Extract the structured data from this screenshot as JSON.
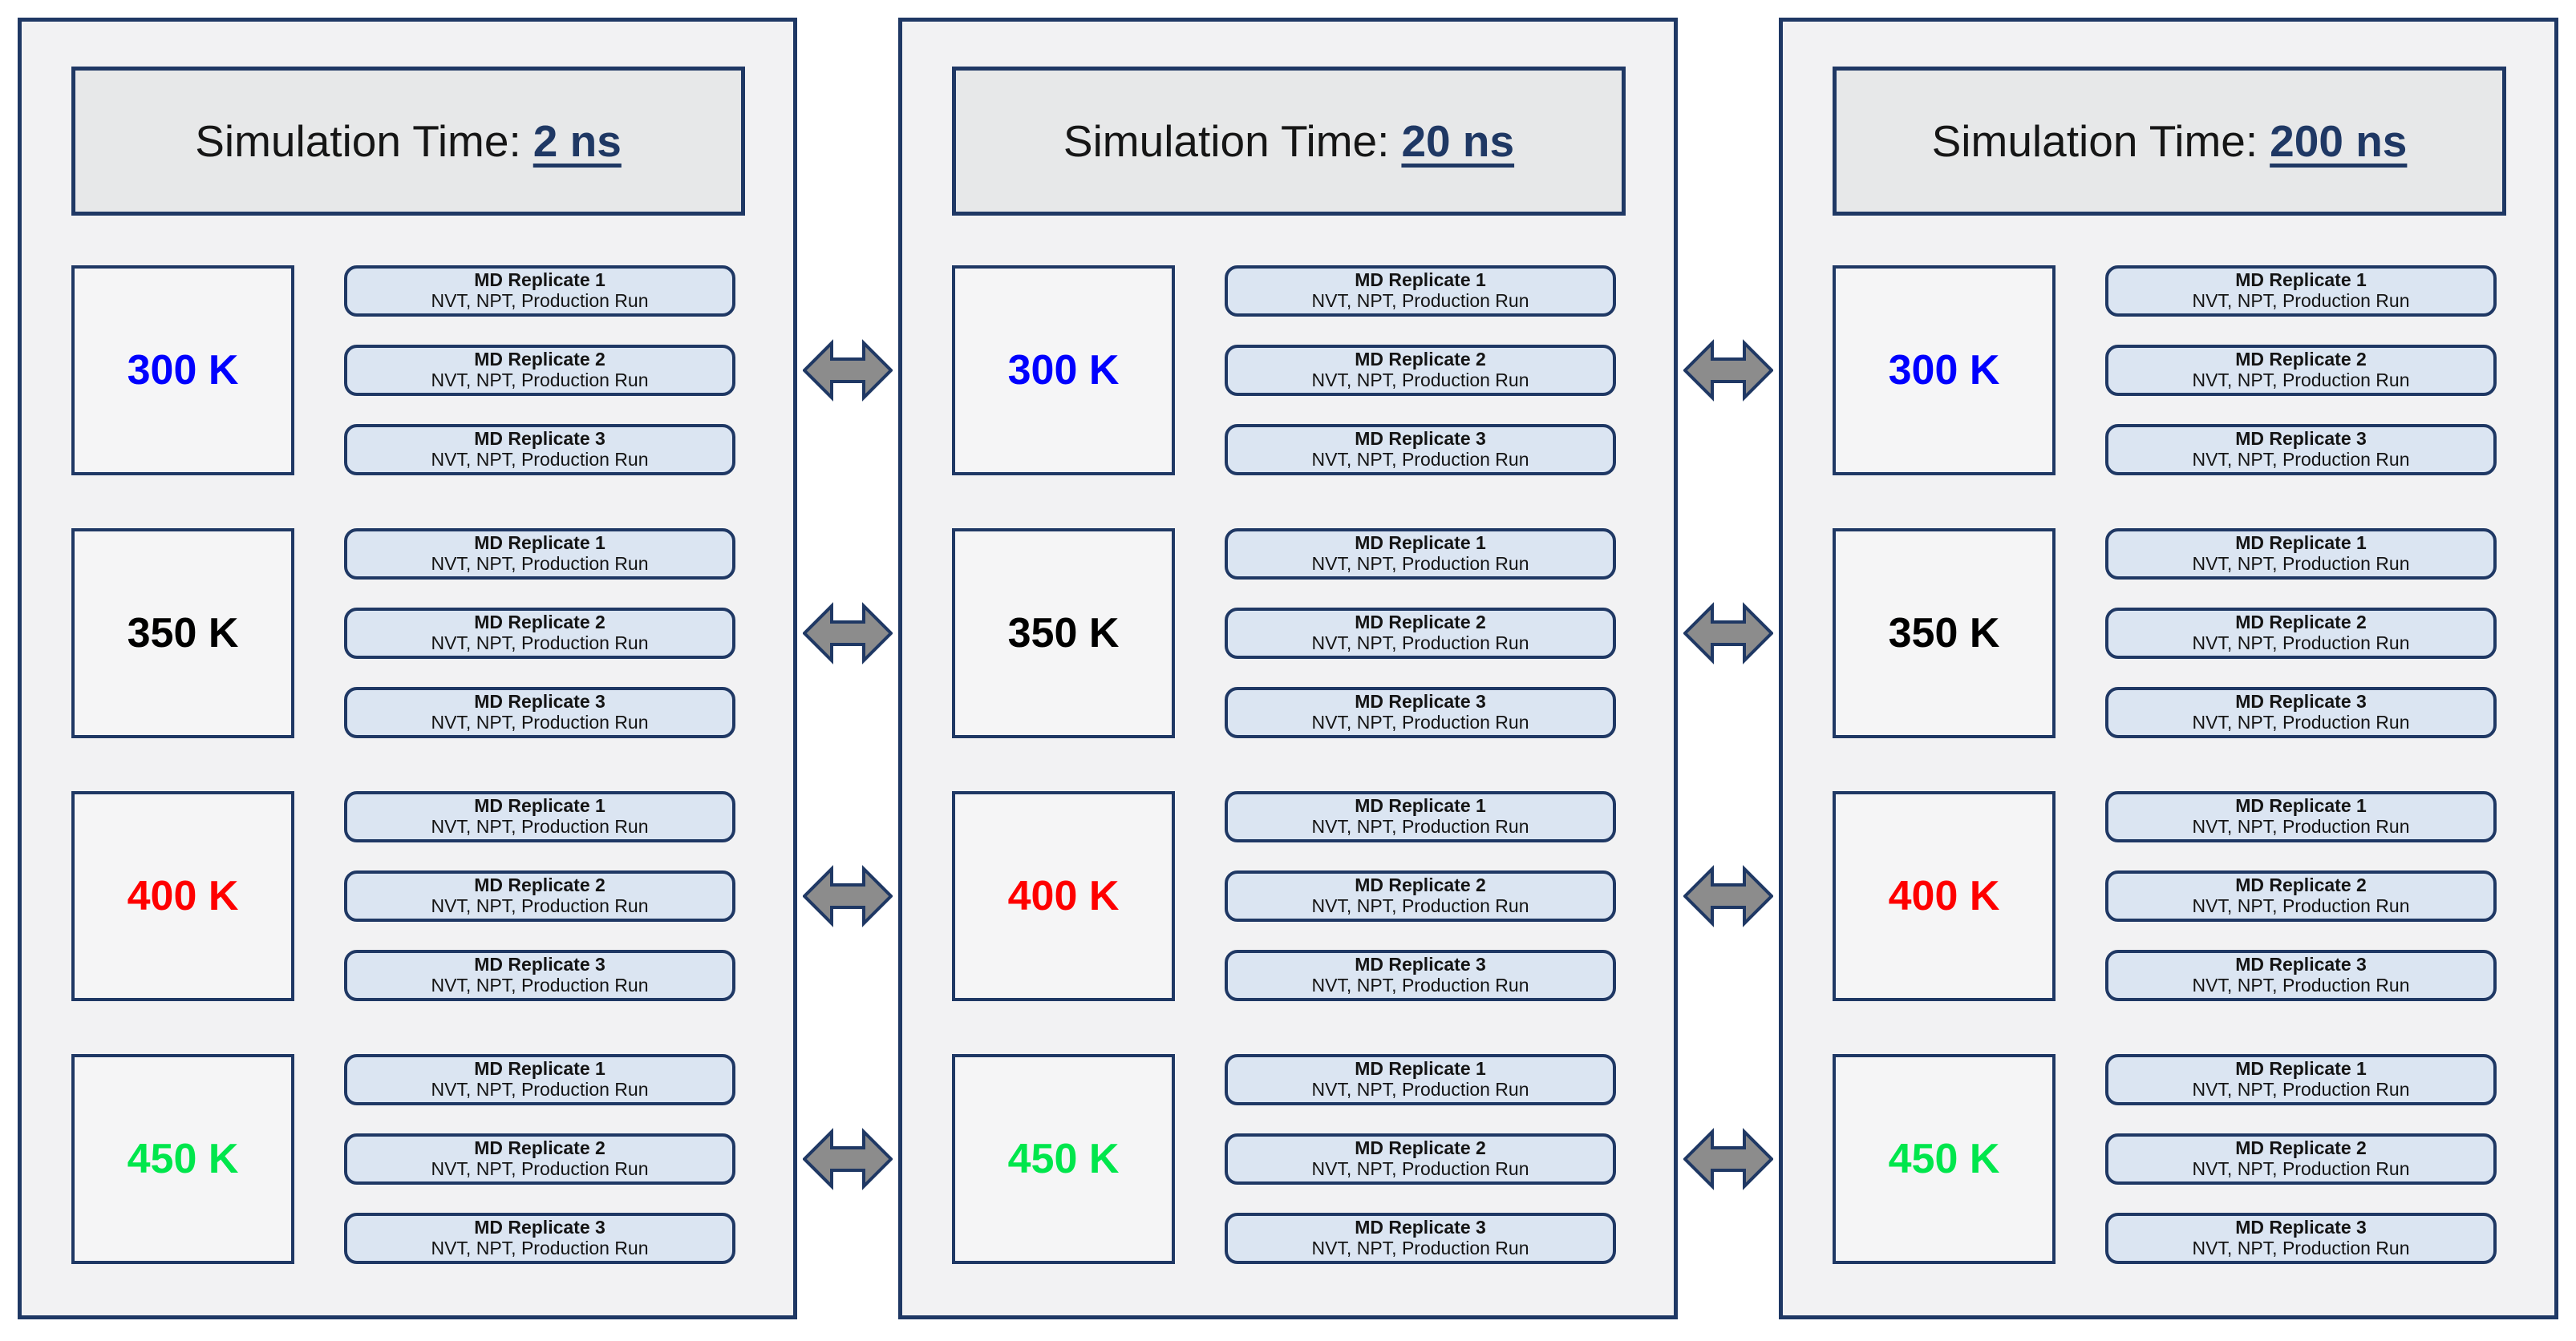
{
  "panels": [
    {
      "title_prefix": "Simulation Time:",
      "title_value": "2 ns"
    },
    {
      "title_prefix": "Simulation Time:",
      "title_value": "20 ns"
    },
    {
      "title_prefix": "Simulation Time:",
      "title_value": "200 ns"
    }
  ],
  "temperatures": [
    {
      "label": "300 K",
      "color": "#0000FF"
    },
    {
      "label": "350 K",
      "color": "#000000"
    },
    {
      "label": "400 K",
      "color": "#FF0000"
    },
    {
      "label": "450 K",
      "color": "#00E64C"
    }
  ],
  "replicates": [
    {
      "title": "MD Replicate 1",
      "subtitle": "NVT, NPT, Production Run"
    },
    {
      "title": "MD Replicate 2",
      "subtitle": "NVT, NPT, Production Run"
    },
    {
      "title": "MD Replicate 3",
      "subtitle": "NVT, NPT, Production Run"
    }
  ],
  "icons": {
    "panel_connector": "double-headed-arrow"
  },
  "colors": {
    "background": "#FFFFFF",
    "panel_fill": "#F2F2F3",
    "panel_border": "#1F3864",
    "title_fill": "#E7E8E9",
    "title_value_color": "#1F3864",
    "replicate_fill": "#DBE5F2",
    "replicate_border": "#1F3864",
    "temperature_box_fill": "#F5F5F6",
    "arrow_fill": "#8C8C8C",
    "arrow_border": "#1F3864"
  }
}
